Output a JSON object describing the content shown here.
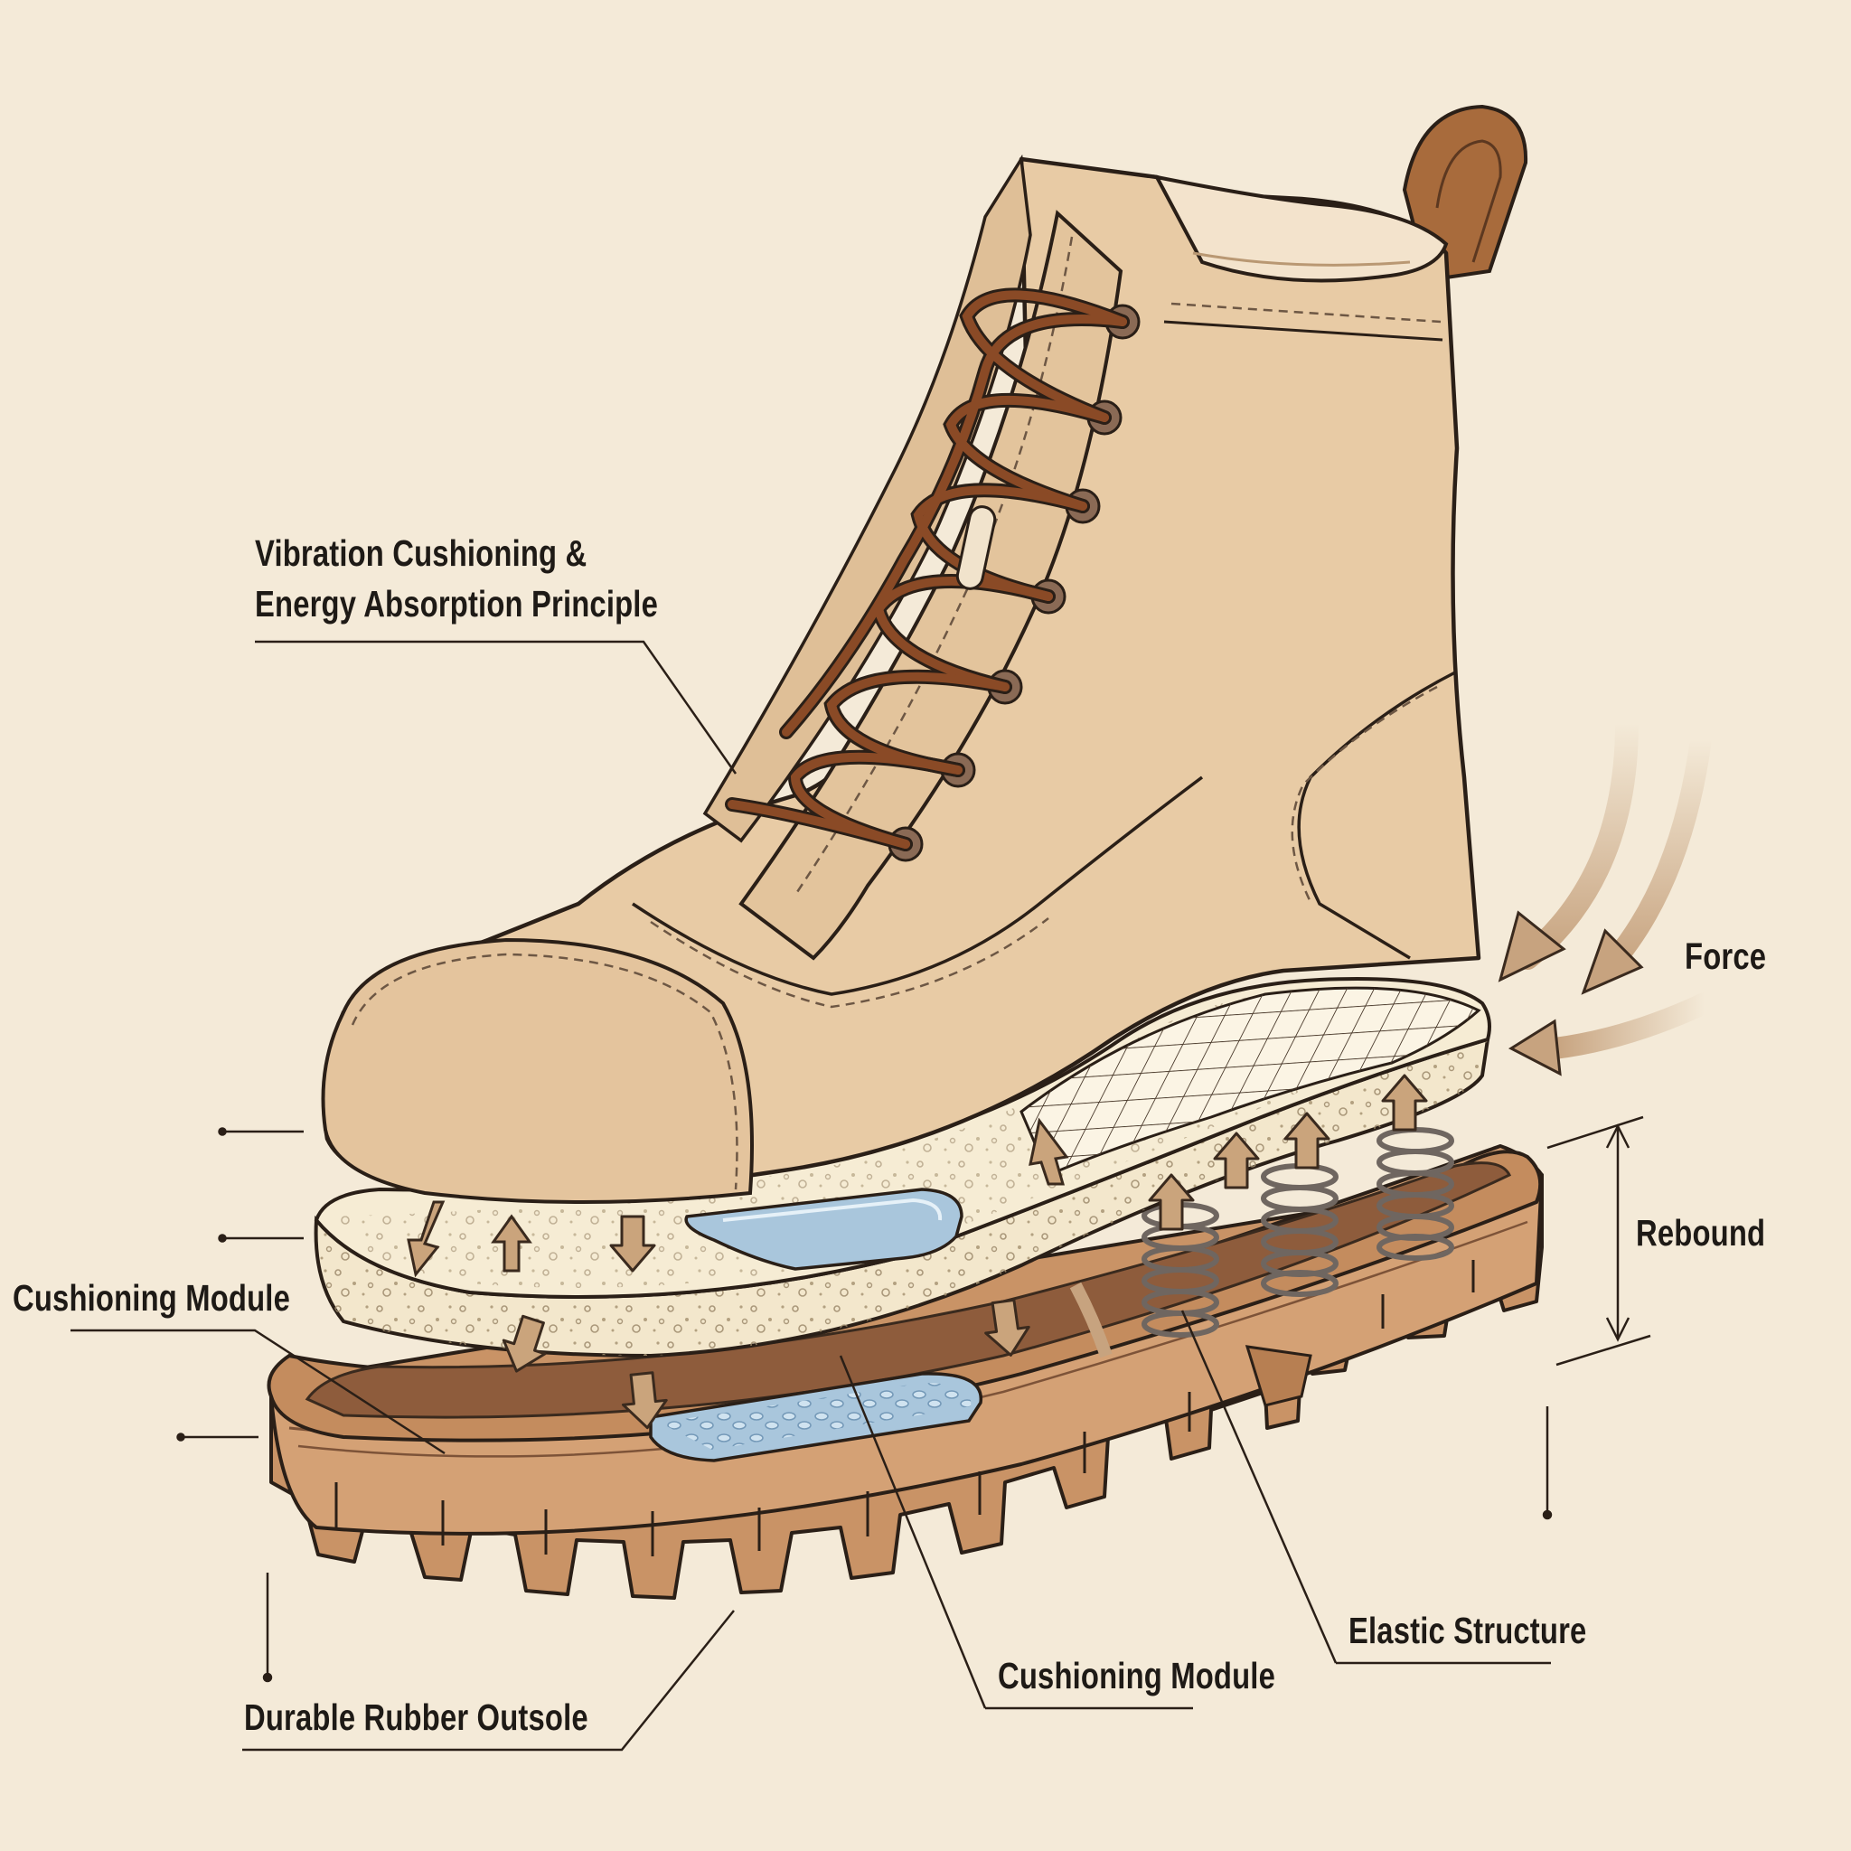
{
  "diagram": {
    "title_lines": [
      "Vibration Cushioning &",
      "Energy Absorption Principle"
    ],
    "labels": {
      "force": "Force",
      "rebound": "Rebound",
      "cushioning_module_left": "Cushioning Module",
      "elastic_structure": "Elastic Structure",
      "cushioning_module_bottom": "Cushioning Module",
      "outsole": "Durable Rubber Outsole"
    },
    "colors": {
      "background": "#f4ead8",
      "boot_leather": "#e8cba5",
      "lace": "#8a4a26",
      "foam": "#f3e7cc",
      "gel": "#a9c6dc",
      "outsole": "#c89064",
      "arrow": "#c7a37f",
      "ink": "#1e1a16"
    }
  }
}
